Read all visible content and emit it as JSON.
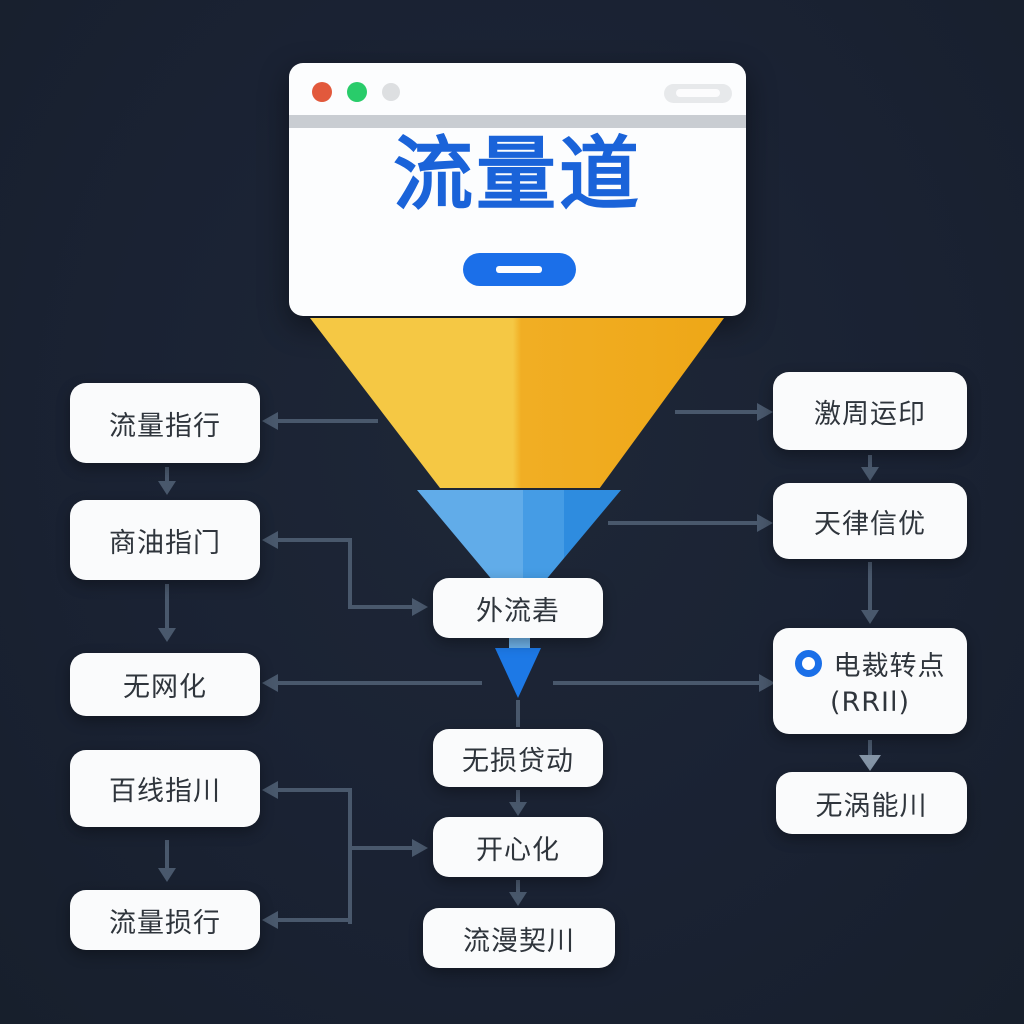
{
  "app": {
    "background_color": "#1a2233",
    "accent_blue": "#1a6fe8",
    "funnel_yellow": "#f3c33c",
    "funnel_blue": "#459ce5",
    "connector_gray": "#49586c"
  },
  "browser_window": {
    "title": "流量道",
    "traffic_lights": [
      "red-dot",
      "green-dot",
      "gray-dot"
    ],
    "tab_pill": "blank-pill",
    "primary_button_glyph": "dash"
  },
  "nodes": {
    "left": [
      {
        "label": "流量指行"
      },
      {
        "label": "商油指门"
      },
      {
        "label": "无网化"
      },
      {
        "label": "百线指川"
      },
      {
        "label": "流量损行"
      }
    ],
    "center": [
      {
        "label": "外流砉"
      },
      {
        "label": "无损贷动"
      },
      {
        "label": "开心化"
      },
      {
        "label": "流漫契川"
      }
    ],
    "right": [
      {
        "label": "激周运印"
      },
      {
        "label": "天律信优"
      },
      {
        "label": "电裁转点",
        "sub": "(RRIl)",
        "icon": "blue-ring"
      },
      {
        "label": "无涡能川"
      }
    ]
  }
}
